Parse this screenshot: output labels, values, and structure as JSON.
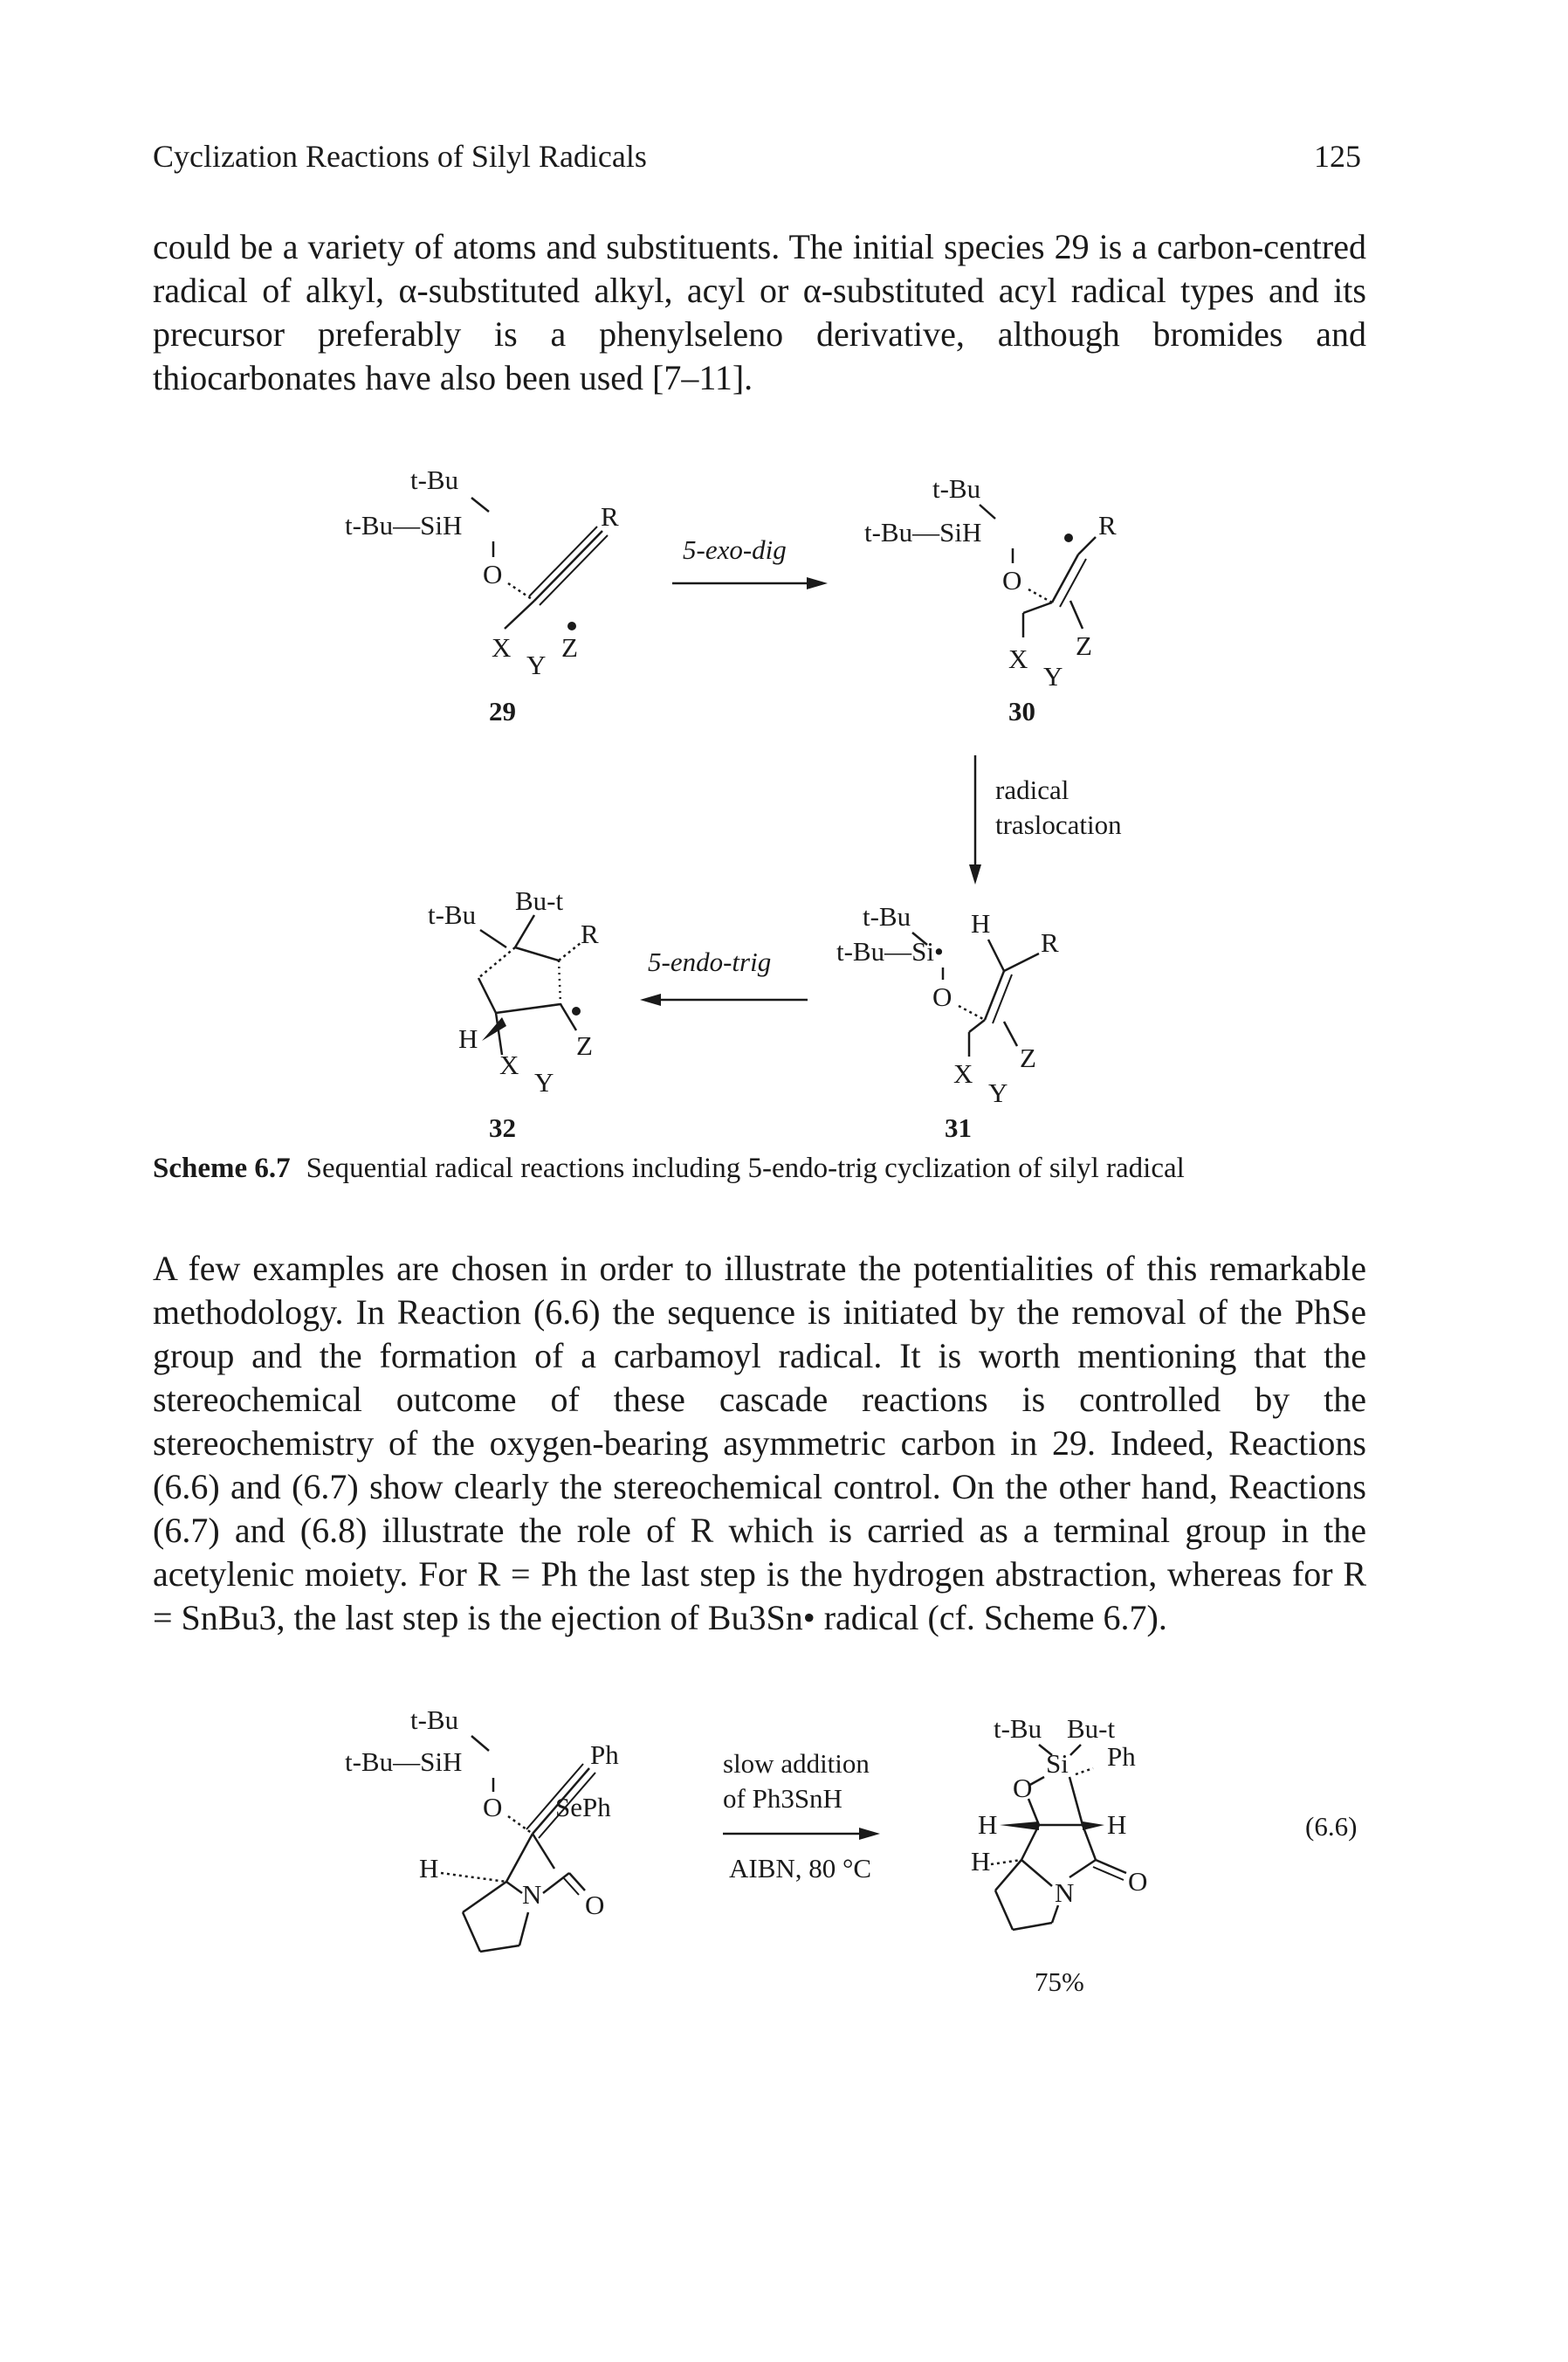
{
  "header": {
    "title": "Cyclization Reactions of Silyl Radicals",
    "page_number": "125"
  },
  "paragraph1": "could be a variety of atoms and substituents. The initial species 29 is a carbon-centred radical of alkyl, α-substituted alkyl, acyl or α-substituted acyl radical types and its precursor preferably is a phenylseleno derivative, although bromides and thiocarbonates have also been used [7–11].",
  "scheme": {
    "labels": {
      "tbu": "t-Bu",
      "tbu_sih": "t-Bu—SiH",
      "tbu_si_rad": "t-Bu—Si•",
      "but": "Bu-t",
      "o": "O",
      "r": "R",
      "x": "X",
      "y": "Y",
      "z": "Z",
      "h": "H"
    },
    "compounds": {
      "c29": "29",
      "c30": "30",
      "c31": "31",
      "c32": "32"
    },
    "arrows": {
      "exo": "5-exo-dig",
      "radical": "radical",
      "traslocation": "traslocation",
      "endo": "5-endo-trig"
    },
    "caption_label": "Scheme 6.7",
    "caption_text": "Sequential radical reactions including 5-endo-trig cyclization of silyl radical"
  },
  "paragraph2": "A few examples are chosen in order to illustrate the potentialities of this remarkable methodology. In Reaction (6.6) the sequence is initiated by the removal of the PhSe group and the formation of a carbamoyl radical. It is worth mentioning that the stereochemical outcome of these cascade reactions is controlled by the stereochemistry of the oxygen-bearing asymmetric carbon in 29. Indeed, Reactions (6.6) and (6.7) show clearly the stereochemical control. On the other hand, Reactions (6.7) and (6.8) illustrate the role of R which is carried as a terminal group in the acetylenic moiety. For R = Ph the last step is the hydrogen abstraction, whereas for R = SnBu3, the last step is the ejection of Bu3Sn• radical (cf. Scheme 6.7).",
  "reaction66": {
    "ph": "Ph",
    "seph": "SePh",
    "n": "N",
    "si": "Si",
    "conditions_line1": "slow addition",
    "conditions_line2": "of Ph3SnH",
    "conditions_line3": "AIBN, 80 °C",
    "yield": "75%",
    "number": "(6.6)"
  }
}
